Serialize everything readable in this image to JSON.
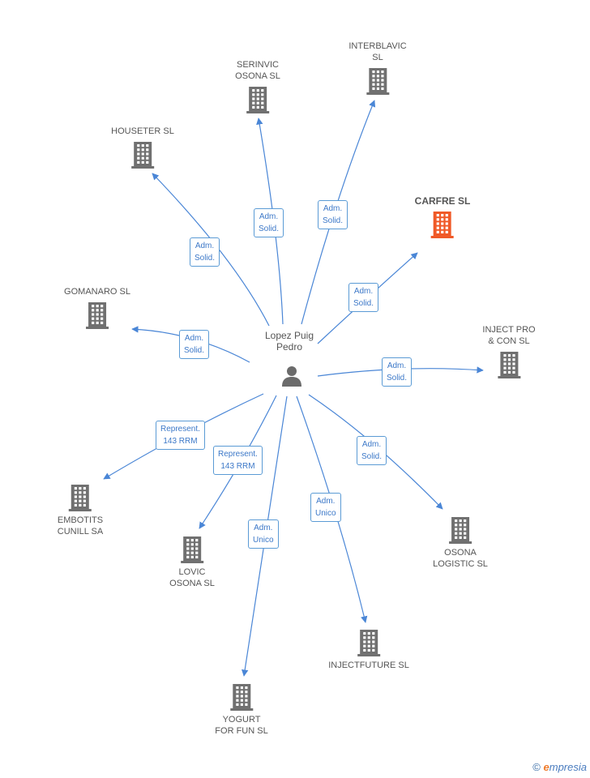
{
  "center": {
    "name_lines": [
      "Lopez Puig",
      "Pedro"
    ]
  },
  "companies": [
    {
      "id": "interblavic",
      "lines": [
        "INTERBLAVIC",
        "SL"
      ],
      "highlight": false
    },
    {
      "id": "serinvic",
      "lines": [
        "SERINVIC",
        "OSONA SL"
      ],
      "highlight": false
    },
    {
      "id": "houseter",
      "lines": [
        "HOUSETER  SL"
      ],
      "highlight": false
    },
    {
      "id": "carfre",
      "lines": [
        "CARFRE SL"
      ],
      "highlight": true
    },
    {
      "id": "gomanaro",
      "lines": [
        "GOMANARO  SL"
      ],
      "highlight": false
    },
    {
      "id": "injectpro",
      "lines": [
        "INJECT PRO",
        "& CON  SL"
      ],
      "highlight": false
    },
    {
      "id": "embotits",
      "lines": [
        "EMBOTITS",
        "CUNILL SA"
      ],
      "highlight": false
    },
    {
      "id": "lovic",
      "lines": [
        "LOVIC",
        "OSONA  SL"
      ],
      "highlight": false
    },
    {
      "id": "osona",
      "lines": [
        "OSONA",
        "LOGISTIC SL"
      ],
      "highlight": false
    },
    {
      "id": "injectfuture",
      "lines": [
        "INJECTFUTURE SL"
      ],
      "highlight": false
    },
    {
      "id": "yogurt",
      "lines": [
        "YOGURT",
        "FOR FUN SL"
      ],
      "highlight": false
    }
  ],
  "edges": [
    {
      "to": "serinvic",
      "label": [
        "Adm.",
        "Solid."
      ]
    },
    {
      "to": "interblavic",
      "label": [
        "Adm.",
        "Solid."
      ]
    },
    {
      "to": "houseter",
      "label": [
        "Adm.",
        "Solid."
      ]
    },
    {
      "to": "carfre",
      "label": [
        "Adm.",
        "Solid."
      ]
    },
    {
      "to": "gomanaro",
      "label": [
        "Adm.",
        "Solid."
      ]
    },
    {
      "to": "injectpro",
      "label": [
        "Adm.",
        "Solid."
      ]
    },
    {
      "to": "embotits",
      "label": [
        "Represent.",
        "143 RRM"
      ]
    },
    {
      "to": "lovic",
      "label": [
        "Represent.",
        "143 RRM"
      ]
    },
    {
      "to": "osona",
      "label": [
        "Adm.",
        "Solid."
      ]
    },
    {
      "to": "yogurt",
      "label": [
        "Adm.",
        "Unico"
      ]
    },
    {
      "to": "injectfuture",
      "label": [
        "Adm.",
        "Unico"
      ]
    }
  ],
  "colors": {
    "edge": "#4a86d6",
    "building": "#707070",
    "building_highlight": "#f05a28",
    "label_border": "#5b9bd5",
    "label_text": "#3c78c8"
  },
  "icons": {
    "company": "building-icon",
    "person": "person-icon"
  },
  "footer": {
    "copyright": "©",
    "brand_e": "e",
    "brand_rest": "mpresia"
  }
}
